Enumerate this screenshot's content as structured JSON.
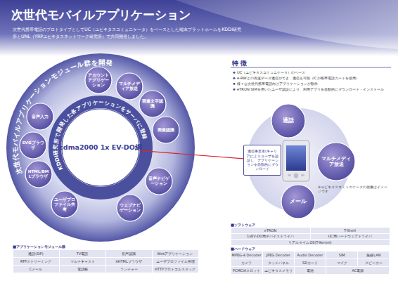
{
  "diagram": {
    "title": "次世代モバイルアプリケーション",
    "nodes": [
      {
        "text": [
          "次世代モバイルアプリケーションモジュール群を開発",
          "KDDI研究所で開発した各アプリケーションをサーバに登録"
        ]
      },
      {
        "text": [
          "cdma2000 1x EV-DO網"
        ],
        "in": 0
      },
      {
        "text": [
          "アカウントアグリゲーション"
        ],
        "in": 0
      },
      {
        "text": [
          "マルチメディア放送"
        ],
        "in": 0
      },
      {
        "text": [
          "画像文字認識"
        ],
        "in": 0
      },
      {
        "text": [
          "画像認識"
        ],
        "in": 0
      },
      {
        "text": [
          "音声ナビゲーション"
        ],
        "in": 0
      },
      {
        "text": [
          "ウェブナビゲーション"
        ],
        "in": 0
      },
      {
        "text": [
          "ユーザプロファイル共有"
        ],
        "in": 0
      },
      {
        "text": [
          "HTML/BMLブラウザ"
        ],
        "in": 0
      },
      {
        "text": [
          "SVGブラウザ"
        ],
        "in": 0
      },
      {
        "text": [
          "音声入力"
        ],
        "in": 0
      },
      {
        "text": [
          "通話"
        ]
      },
      {
        "text": [
          "マルチメディア放送"
        ]
      },
      {
        "text": [
          "メール"
        ]
      },
      {
        "text": [
          "通信事業者(キャリア)によりユーザを認証し、アプリケーションを自動的にダウンロード"
        ]
      }
    ],
    "edges": [
      {
        "from": 1,
        "to": 15,
        "arrow": "none"
      }
    ],
    "labels": [
      "次世代携帯電話のプロトタイプとしてUC（ユビキタスコミュニケータ）をベースとした端末プラットホームをKDDI研究所とUNL（YRPユビキタスネットワーク研究所）で共同開発しました。",
      "特 徴",
      "UC（ユビキタスコミュニケータ）のベース",
      "e-RWとの高速データ通信ができ、通信も可能（ICが携帯電話カードを使用）",
      "様々な次世代携帯電話向けアプリケーションが動作",
      "eTRON SIMを用いたユーザ認証により、利用アプリを自動的にダウンロード・インストール",
      "※ユビキタスコミュニケータの画像はイメージです",
      "■アプリケーションモジュール群",
      "通話(SIP)",
      "TV電話",
      "音声認識",
      "Webアプリケーション",
      "RTPストリーミング",
      "マルチキャスト",
      "XHTMLブラウザ",
      "ユーザプロファイル管理",
      "Cメール",
      "電話帳",
      "ランチャー",
      "HTTPプロトコルスタック",
      "■ソフトウェア",
      "eTRON",
      "T-Shell",
      "1xEV-DO用デバイスドライバ",
      "UC用ハードウェアドライバ",
      "リアルタイムOS(T-Kernel)",
      "■ハードウェア",
      "MPEG-4 Decoder",
      "JPEG Decoder",
      "Audio Decoder",
      "SIM",
      "無線LAN",
      "カメラ",
      "タッチパネル",
      "SDカード",
      "マイク",
      "スピーカー",
      "PCMCIAスロット",
      "ユビキタスメモリ",
      "電池",
      "AC電源"
    ]
  }
}
